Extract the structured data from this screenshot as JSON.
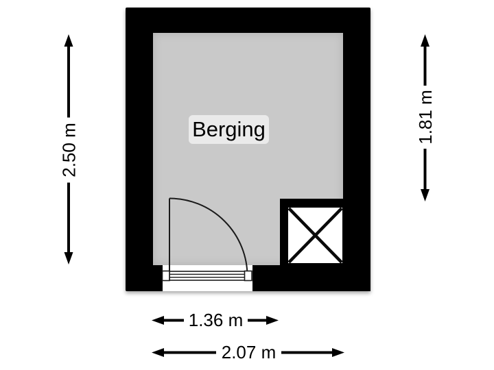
{
  "floorplan": {
    "room": {
      "label": "Berging"
    },
    "dimensions": {
      "left_height": {
        "label": "2.50 m",
        "orientation": "vertical",
        "side": "left"
      },
      "right_height": {
        "label": "1.81 m",
        "orientation": "vertical",
        "side": "right"
      },
      "bottom_inner_width": {
        "label": "1.36 m",
        "orientation": "horizontal",
        "side": "bottom"
      },
      "bottom_outer_width": {
        "label": "2.07 m",
        "orientation": "horizontal",
        "side": "bottom"
      }
    },
    "features": [
      "door-swing-icon",
      "door-sill-icon",
      "shaft-x-icon"
    ],
    "colors": {
      "wall": "#000000",
      "floor": "#c9c9c9",
      "room_label_bg": "#eaeaea",
      "dimension_label_bg": "#ffffff",
      "background": "#ffffff",
      "text": "#000000"
    }
  }
}
